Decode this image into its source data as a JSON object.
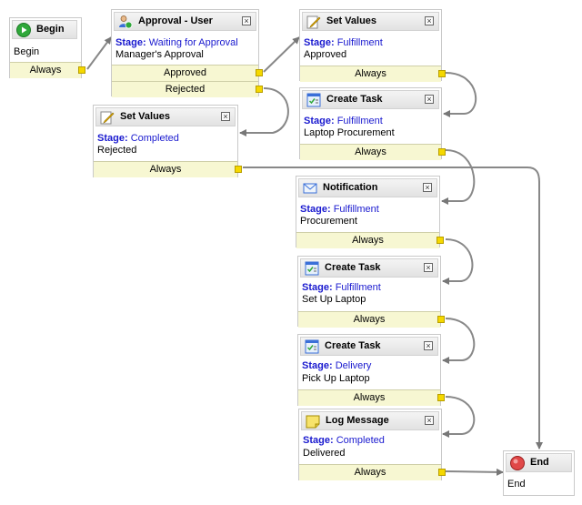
{
  "nodes": {
    "begin": {
      "title": "Begin",
      "desc": "Begin",
      "out": "Always"
    },
    "approval": {
      "title": "Approval - User",
      "stage_label": "Stage:",
      "stage": "Waiting for Approval",
      "desc": "Manager's Approval",
      "out1": "Approved",
      "out2": "Rejected"
    },
    "setvalues1": {
      "title": "Set Values",
      "stage_label": "Stage:",
      "stage": "Fulfillment",
      "desc": "Approved",
      "out": "Always"
    },
    "setvalues2": {
      "title": "Set Values",
      "stage_label": "Stage:",
      "stage": "Completed",
      "desc": "Rejected",
      "out": "Always"
    },
    "task1": {
      "title": "Create Task",
      "stage_label": "Stage:",
      "stage": "Fulfillment",
      "desc": "Laptop Procurement",
      "out": "Always"
    },
    "notify": {
      "title": "Notification",
      "stage_label": "Stage:",
      "stage": "Fulfillment",
      "desc": "Procurement",
      "out": "Always"
    },
    "task2": {
      "title": "Create Task",
      "stage_label": "Stage:",
      "stage": "Fulfillment",
      "desc": "Set Up Laptop",
      "out": "Always"
    },
    "task3": {
      "title": "Create Task",
      "stage_label": "Stage:",
      "stage": "Delivery",
      "desc": "Pick Up Laptop",
      "out": "Always"
    },
    "log": {
      "title": "Log Message",
      "stage_label": "Stage:",
      "stage": "Completed",
      "desc": "Delivered",
      "out": "Always"
    },
    "end": {
      "title": "End",
      "desc": "End"
    }
  },
  "icons": {
    "begin": "play-icon",
    "approval": "user-approval-icon",
    "set_values": "pencil-icon",
    "create_task": "task-list-icon",
    "notification": "envelope-icon",
    "log_message": "note-icon",
    "end": "stop-icon"
  },
  "colors": {
    "stage_text": "#1a1acf",
    "bar_bg": "#f7f7d2",
    "port": "#f5d800",
    "wire": "#777777"
  }
}
